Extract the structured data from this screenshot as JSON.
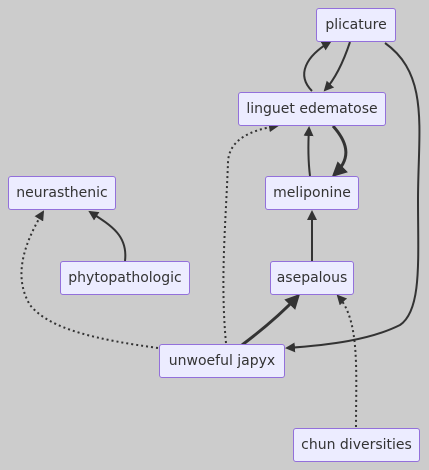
{
  "nodes": {
    "plicature": "plicature",
    "linguet_edematose": "linguet edematose",
    "meliponine": "meliponine",
    "asepalous": "asepalous",
    "neurasthenic": "neurasthenic",
    "phytopathologic": "phytopathologic",
    "unwoeful_japyx": "unwoeful japyx",
    "chun_diversities": "chun diversities"
  },
  "colors": {
    "background": "#cccccc",
    "node_fill": "#ececff",
    "node_border": "#9370db",
    "edge": "#333333",
    "text": "#333333"
  }
}
